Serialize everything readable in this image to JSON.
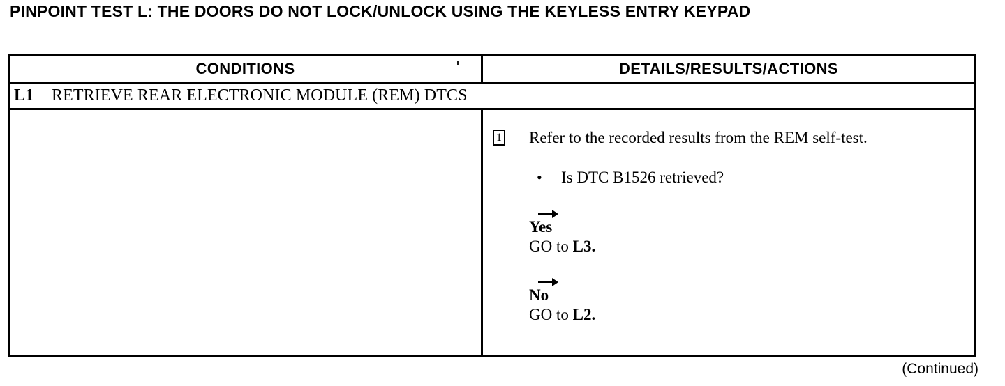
{
  "document": {
    "title": "PINPOINT TEST L: THE DOORS DO NOT LOCK/UNLOCK USING THE KEYLESS ENTRY KEYPAD",
    "footer_note": "(Continued)"
  },
  "table": {
    "headers": {
      "conditions": "CONDITIONS",
      "details": "DETAILS/RESULTS/ACTIONS"
    },
    "step_banner": {
      "code": "L1",
      "text": "RETRIEVE REAR ELECTRONIC MODULE (REM) DTCS"
    },
    "conditions_cell": {
      "content": ""
    },
    "details_cell": {
      "step": {
        "number": "1",
        "instruction": "Refer to the recorded results from the REM self-test.",
        "bullet_marker": "•",
        "question": "Is DTC B1526 retrieved?"
      },
      "branches": [
        {
          "arrow_icon": "right-arrow-icon",
          "answer": "Yes",
          "goto_prefix": "GO to ",
          "goto_target": "L3."
        },
        {
          "arrow_icon": "right-arrow-icon",
          "answer": "No",
          "goto_prefix": "GO to ",
          "goto_target": "L2."
        }
      ]
    }
  },
  "colors": {
    "ink": "#000000",
    "paper": "#ffffff"
  }
}
